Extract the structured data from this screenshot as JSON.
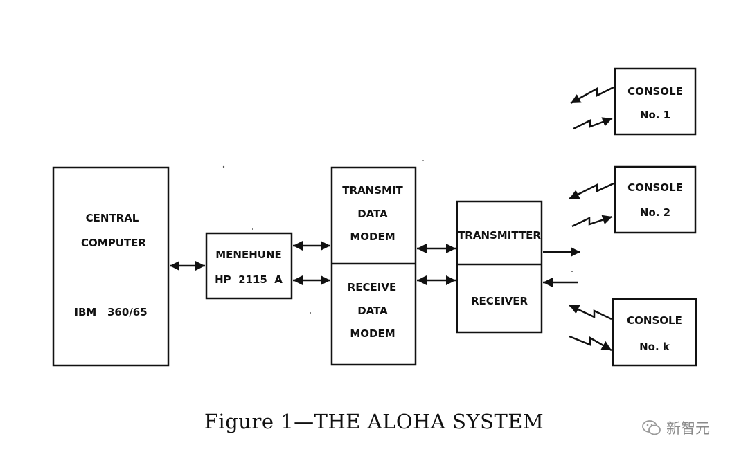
{
  "figure": {
    "caption": "Figure 1—THE ALOHA SYSTEM",
    "watermark": "新智元"
  },
  "blocks": {
    "central_computer": {
      "line1": "CENTRAL",
      "line2": "COMPUTER",
      "line3": "IBM   360/65"
    },
    "menehune": {
      "line1": "MENEHUNE",
      "line2": "HP  2115  A"
    },
    "transmit_modem": {
      "line1": "TRANSMIT",
      "line2": "DATA",
      "line3": "MODEM"
    },
    "receive_modem": {
      "line1": "RECEIVE",
      "line2": "DATA",
      "line3": "MODEM"
    },
    "transmitter": {
      "label": "TRANSMITTER"
    },
    "receiver": {
      "label": "RECEIVER"
    },
    "consoles": [
      {
        "line1": "CONSOLE",
        "line2": "No. 1"
      },
      {
        "line1": "CONSOLE",
        "line2": "No. 2"
      },
      {
        "line1": "CONSOLE",
        "line2": "No. k"
      }
    ]
  },
  "colors": {
    "ink": "#111111",
    "background": "#ffffff",
    "watermark": "#8a8a8a"
  }
}
